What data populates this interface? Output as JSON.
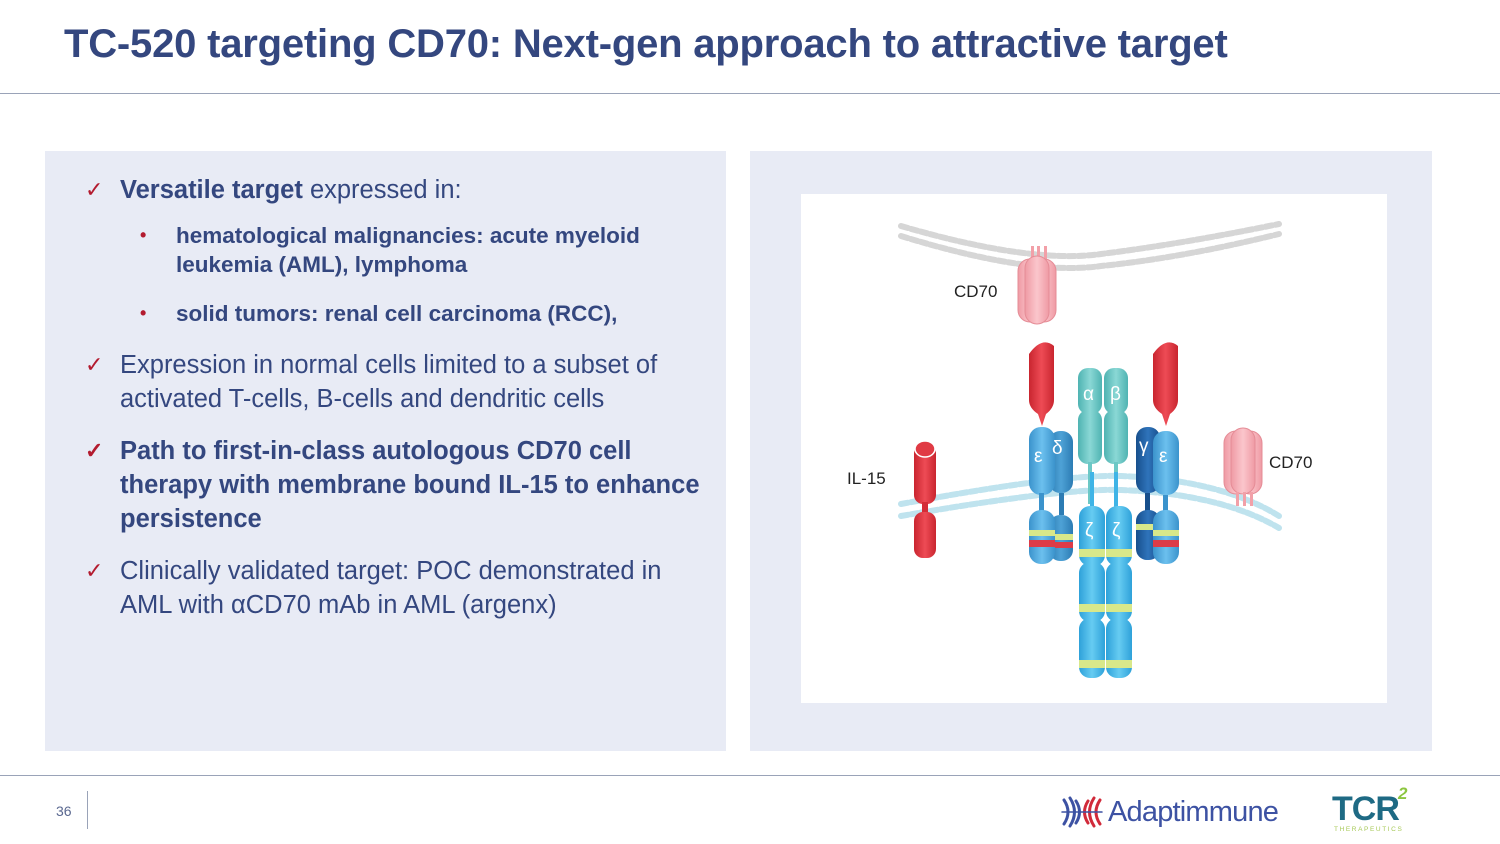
{
  "slide": {
    "title": "TC-520 targeting CD70: Next-gen approach to attractive target",
    "page_number": "36"
  },
  "bullets": {
    "item1": {
      "bold": "Versatile target",
      "rest": " expressed in:",
      "sub": [
        "hematological malignancies: acute myeloid leukemia (AML), lymphoma",
        "solid tumors: renal cell carcinoma (RCC),"
      ]
    },
    "item2": "Expression in normal cells limited to a subset of activated T-cells, B-cells and dendritic cells",
    "item3": "Path to first-in-class autologous CD70 cell therapy with membrane bound IL-15 to enhance persistence",
    "item4": "Clinically validated target: POC demonstrated in AML with αCD70 mAb in AML (argenx)",
    "check_glyph": "✓",
    "dot_glyph": "•"
  },
  "figure": {
    "labels": {
      "cd70_top": "CD70",
      "cd70_right": "CD70",
      "il15": "IL-15"
    },
    "chain_labels": {
      "alpha": "α",
      "beta": "β",
      "epsilon_left": "ε",
      "delta": "δ",
      "gamma": "γ",
      "epsilon_right": "ε",
      "zeta_left": "ζ",
      "zeta_right": "ζ"
    },
    "colors": {
      "cd70": "#f6b4bb",
      "red_domain": "#e03a44",
      "light_blue": "#4fb0e3",
      "dark_blue": "#2166ad",
      "teal": "#6cc8c6",
      "zeta": "#3fb4e6",
      "band_yellow": "#d8e88a",
      "band_red": "#dd3b48",
      "membrane_top": "#d9d9d9",
      "membrane_bottom": "#bfe3ee"
    }
  },
  "footer": {
    "logo_adaptimmune": "Adaptimmune",
    "logo_tcr": "TCR",
    "logo_tcr_sup": "2",
    "logo_tcr_sub": "THERAPEUTICS"
  },
  "theme": {
    "title_color": "#34477f",
    "accent_red": "#b31b2f",
    "panel_bg": "#e8ebf5"
  }
}
